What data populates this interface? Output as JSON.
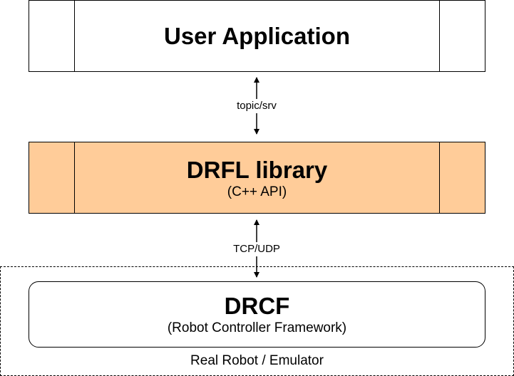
{
  "blocks": {
    "user_application": {
      "title": "User Application"
    },
    "drfl": {
      "title": "DRFL library",
      "subtitle": "(C++ API)"
    },
    "drcf": {
      "title": "DRCF",
      "subtitle": "(Robot Controller Framework)"
    }
  },
  "connections": {
    "app_to_drfl": {
      "label": "topic/srv",
      "direction": "bidirectional"
    },
    "drfl_to_drcf": {
      "label": "TCP/UDP",
      "direction": "bidirectional"
    }
  },
  "robot_zone": {
    "label": "Real Robot / Emulator"
  },
  "colors": {
    "drfl_fill": "#ffcc99",
    "stroke": "#000000",
    "background": "#ffffff"
  }
}
